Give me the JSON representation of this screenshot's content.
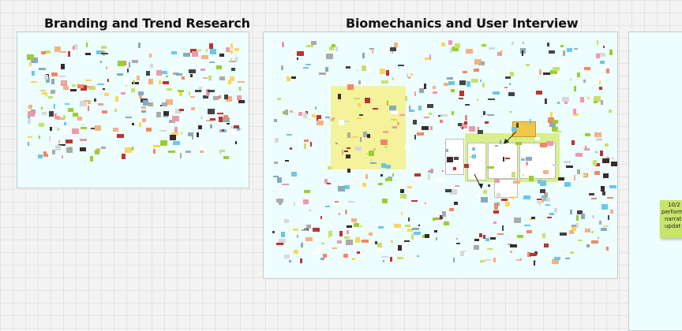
{
  "frames": [
    {
      "id": "branding",
      "title": "Branding and Trend Research"
    },
    {
      "id": "biomech",
      "title": "Biomechanics and User Interview"
    },
    {
      "id": "third",
      "title": ""
    }
  ],
  "sticky_note": {
    "lines": [
      "10/2",
      "perform",
      "narrat",
      "updat"
    ]
  },
  "colors": {
    "canvas": "#f3f3f3",
    "frame_fill": "#eefdfd",
    "yellow": "#f4f29a",
    "green": "#d9ef8e",
    "sticky": "#c9e46a",
    "orange": "#f2c64b"
  }
}
